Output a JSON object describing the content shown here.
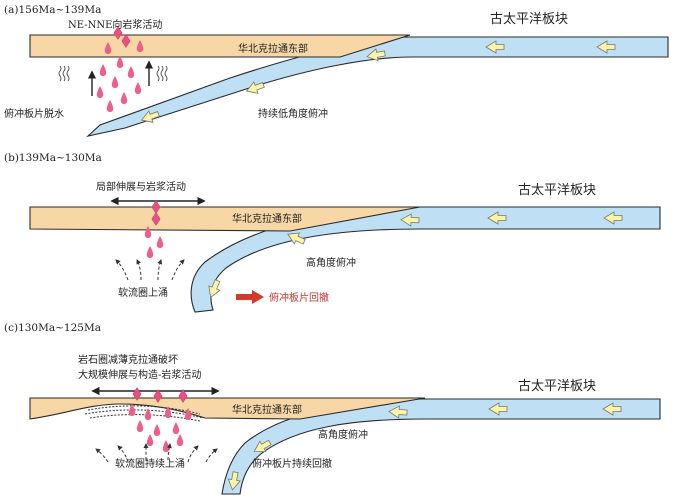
{
  "panels": [
    {
      "id": "a",
      "time_label": "(a)156Ma~139Ma",
      "top_label": "NE-NNE向岩浆活动",
      "craton_label": "华北克拉通东部",
      "plate_label": "古太平洋板块",
      "subduction_label": "持续低角度俯冲",
      "dewater_label": "俯冲板片脱水"
    },
    {
      "id": "b",
      "time_label": "(b)139Ma~130Ma",
      "top_label": "局部伸展与岩浆活动",
      "craton_label": "华北克拉通东部",
      "plate_label": "古太平洋板块",
      "subduction_label": "高角度俯冲",
      "upwelling_label": "软流圈上涌",
      "rollback_label": "俯冲板片回撤"
    },
    {
      "id": "c",
      "time_label": "(c)130Ma~125Ma",
      "top_label_1": "岩石圈减薄克拉通破坏",
      "top_label_2": "大规模伸展与构造-岩浆活动",
      "craton_label": "华北克拉通东部",
      "plate_label": "古太平洋板块",
      "subduction_label": "高角度俯冲",
      "upwelling_label": "软流圈持续上涌",
      "rollback_label": "俯冲板片持续回撤"
    }
  ],
  "colors": {
    "craton": "#f8d7a6",
    "slab": "#bfe0f4",
    "arrow_yellow": "#fbf3a6",
    "magma": "#ef5d8a",
    "rollback_arrow": "#d23a2c",
    "rollback_text": "#c7352c"
  }
}
